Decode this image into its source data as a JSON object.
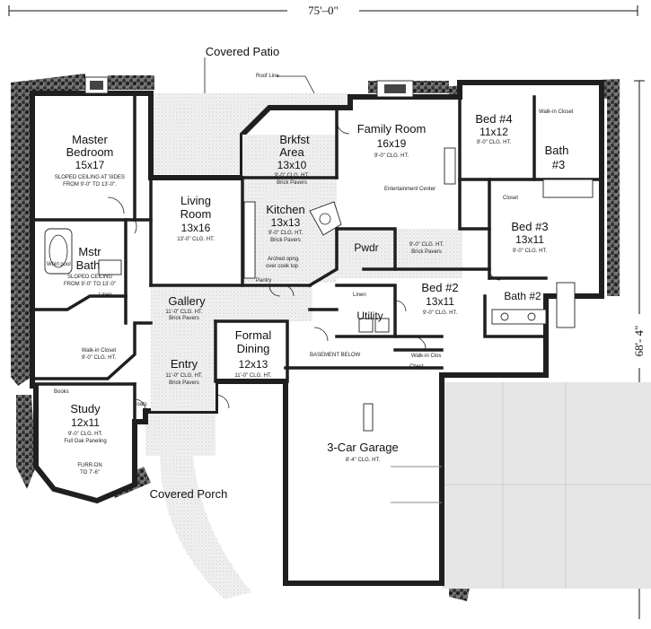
{
  "dimensions": {
    "width_label": "75'–0\"",
    "depth_label": "68'- 4\""
  },
  "labels": {
    "covered_patio": "Covered Patio",
    "roof_line": "Roof Line",
    "covered_porch": "Covered Porch",
    "books": "Books",
    "coats": "Coats",
    "linen_1": "Linen",
    "linen_2": "Linen",
    "pantry": "Pantry",
    "closet": "Closet",
    "walkin_closet_bed4": "Walk-in Closet",
    "walkin_closet_bed2": "Walk-in Clos",
    "chest": "Chest",
    "basement_below": "BASEMENT BELOW",
    "entertainment_center": "Entertainment Center",
    "arched_opening": "Arched opng.",
    "over_cooktop": "over cook top",
    "whirlpool": "Whirl pool"
  },
  "rooms": {
    "master_bedroom": {
      "name": "Master Bedroom",
      "size": "15x17",
      "note1": "SLOPED CEILING AT SIDES",
      "note2": "FROM 9'-0\" TO 13'-0\"."
    },
    "mstr_bath": {
      "name": "Mstr Bath",
      "note1": "SLOPED CEILING",
      "note2": "FROM 9'-0\" TO 13'-0\""
    },
    "walkin_closet": {
      "name": "Walk-in Closet",
      "ceiling": "9'-0\" CLG. HT."
    },
    "living_room": {
      "name": "Living Room",
      "size": "13x16",
      "ceiling": "13'-0\" CLG. HT."
    },
    "brkfst_area": {
      "name": "Brkfst Area",
      "size": "13x10",
      "ceiling": "9'-0\" CLG. HT.",
      "floor": "Brick Pavers"
    },
    "kitchen": {
      "name": "Kitchen",
      "size": "13x13",
      "ceiling": "9'-0\" CLG. HT.",
      "floor": "Brick Pavers"
    },
    "family_room": {
      "name": "Family Room",
      "size": "16x19",
      "ceiling": "9'-0\" CLG. HT."
    },
    "bed4": {
      "name": "Bed #4",
      "size": "11x12",
      "ceiling": "9'-0\" CLG. HT."
    },
    "bath3": {
      "name": "Bath #3"
    },
    "bed3": {
      "name": "Bed #3",
      "size": "13x11",
      "ceiling": "9'-0\" CLG. HT."
    },
    "pwdr": {
      "name": "Pwdr",
      "ceiling": "9'-0\" CLG. HT.",
      "floor": "Brick Pavers"
    },
    "gallery": {
      "name": "Gallery",
      "ceiling": "11'-0\" CLG. HT.",
      "floor": "Brick Pavers"
    },
    "utility": {
      "name": "Utility"
    },
    "bed2": {
      "name": "Bed #2",
      "size": "13x11",
      "ceiling": "9'-0\" CLG. HT."
    },
    "bath2": {
      "name": "Bath #2"
    },
    "formal_dining": {
      "name": "Formal Dining",
      "size": "12x13",
      "ceiling": "11'-0\" CLG. HT."
    },
    "entry": {
      "name": "Entry",
      "ceiling": "11'-0\" CLG. HT.",
      "floor": "Brick Pavers"
    },
    "study": {
      "name": "Study",
      "size": "12x11",
      "ceiling": "9'-0\" CLG. HT.",
      "finish": "Full Oak Paneling",
      "note1": "FURR-DN",
      "note2": "TO 7'-6\""
    },
    "garage": {
      "name": "3-Car Garage",
      "ceiling": "8'-4\" CLG. HT."
    }
  }
}
